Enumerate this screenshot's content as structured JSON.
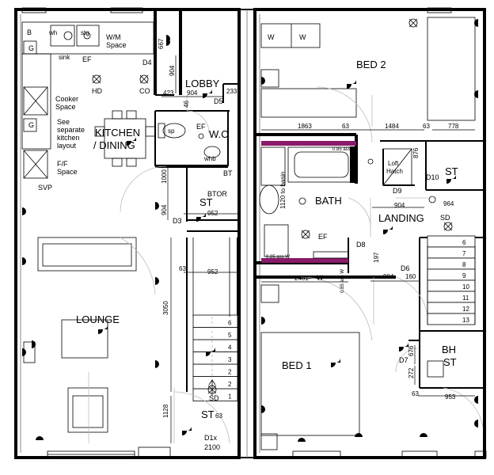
{
  "rooms": {
    "lobby": "LOBBY",
    "wc": "W.C",
    "kitchen_line1": "KITCHEN",
    "kitchen_line2": "/ DINING",
    "lounge": "LOUNGE",
    "st_ground": "ST",
    "st_ground2": "ST",
    "bed2": "BED 2",
    "bath": "BATH",
    "landing": "LANDING",
    "st_first": "ST",
    "bed1": "BED 1",
    "bh_st_line1": "BH",
    "bh_st_line2": "ST"
  },
  "labels": {
    "b": "B",
    "wh": "wh",
    "stg": "stg",
    "g1": "G",
    "g2": "G",
    "wm1": "W/M",
    "wm2": "Space",
    "sink": "sink",
    "ef1": "EF",
    "d4": "D4",
    "hd": "HD",
    "co": "CO",
    "cooker1": "Cooker",
    "cooker2": "Space",
    "sep1": "See",
    "sep2": "separate",
    "sep3": "kitchen",
    "sep4": "layout",
    "ff1": "F/F",
    "ff2": "Space",
    "svp": "SVP",
    "sp": "sp",
    "ef_wc": "EF",
    "whb": "whb",
    "d5": "D5",
    "bt": "BT",
    "btor": "BTOR",
    "d3": "D3",
    "sd_ground": "SD",
    "d1x": "D1x",
    "d1x_width": "2100",
    "w1": "W",
    "w2": "W",
    "loft1": "Loft",
    "loft2": "Hatch",
    "d9": "D9",
    "d10": "D10",
    "sd_first": "SD",
    "d8": "D8",
    "ef_bath": "EF",
    "d6": "D6",
    "d7": "D7",
    "w_dim": "W",
    "vanity": "1120 to basin",
    "small1": "0.85 ass W",
    "small2": "0.85 ass W",
    "small3": "0.85 ass W"
  },
  "dimensions": {
    "d_667": "667",
    "d_904_lobby_v": "904",
    "d_423": "423",
    "d_904_lobby_h": "904",
    "d_46": "46",
    "d_233": "233",
    "d_1000": "1000",
    "d_904_st": "904",
    "d_952_a": "952",
    "d_63_a": "63",
    "d_952_b": "952",
    "d_63_b": "63",
    "d_3050": "3050",
    "d_1128": "1128",
    "d_1863": "1863",
    "d_63_c": "63",
    "d_1484": "1484",
    "d_63_d": "63",
    "d_778": "778",
    "d_876": "876",
    "d_904_land": "904",
    "d_964": "964",
    "d_2481": "2481",
    "d_904_e": "904",
    "d_160": "160",
    "d_197": "197",
    "d_676": "676",
    "d_272": "272",
    "d_63_e": "63",
    "d_953": "953"
  },
  "stairs_ground": [
    "1",
    "2",
    "2",
    "3",
    "4",
    "5",
    "6"
  ],
  "stairs_first": [
    "6",
    "7",
    "8",
    "9",
    "10",
    "11",
    "12",
    "13"
  ]
}
